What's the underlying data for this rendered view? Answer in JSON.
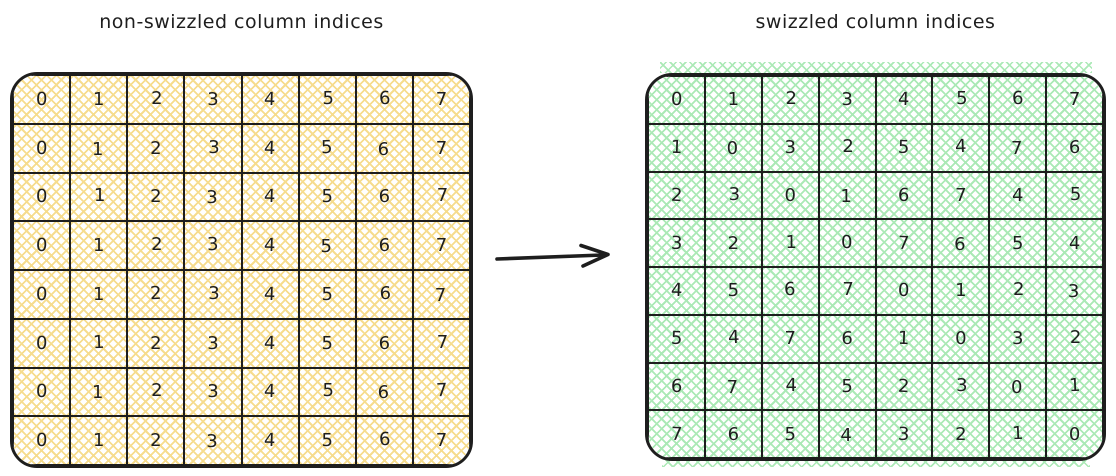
{
  "left_panel": {
    "title": "non-swizzled column indices",
    "fill_color": "#f6dc8e",
    "stroke_color": "#1e1e1e",
    "rows": [
      [
        0,
        1,
        2,
        3,
        4,
        5,
        6,
        7
      ],
      [
        0,
        1,
        2,
        3,
        4,
        5,
        6,
        7
      ],
      [
        0,
        1,
        2,
        3,
        4,
        5,
        6,
        7
      ],
      [
        0,
        1,
        2,
        3,
        4,
        5,
        6,
        7
      ],
      [
        0,
        1,
        2,
        3,
        4,
        5,
        6,
        7
      ],
      [
        0,
        1,
        2,
        3,
        4,
        5,
        6,
        7
      ],
      [
        0,
        1,
        2,
        3,
        4,
        5,
        6,
        7
      ],
      [
        0,
        1,
        2,
        3,
        4,
        5,
        6,
        7
      ]
    ]
  },
  "right_panel": {
    "title": "swizzled column indices",
    "fill_color": "#abe9b6",
    "stroke_color": "#1e1e1e",
    "rows": [
      [
        0,
        1,
        2,
        3,
        4,
        5,
        6,
        7
      ],
      [
        1,
        0,
        3,
        2,
        5,
        4,
        7,
        6
      ],
      [
        2,
        3,
        0,
        1,
        6,
        7,
        4,
        5
      ],
      [
        3,
        2,
        1,
        0,
        7,
        6,
        5,
        4
      ],
      [
        4,
        5,
        6,
        7,
        0,
        1,
        2,
        3
      ],
      [
        5,
        4,
        7,
        6,
        1,
        0,
        3,
        2
      ],
      [
        6,
        7,
        4,
        5,
        2,
        3,
        0,
        1
      ],
      [
        7,
        6,
        5,
        4,
        3,
        2,
        1,
        0
      ]
    ]
  },
  "arrow": {
    "direction": "right",
    "color": "#1e1e1e"
  }
}
